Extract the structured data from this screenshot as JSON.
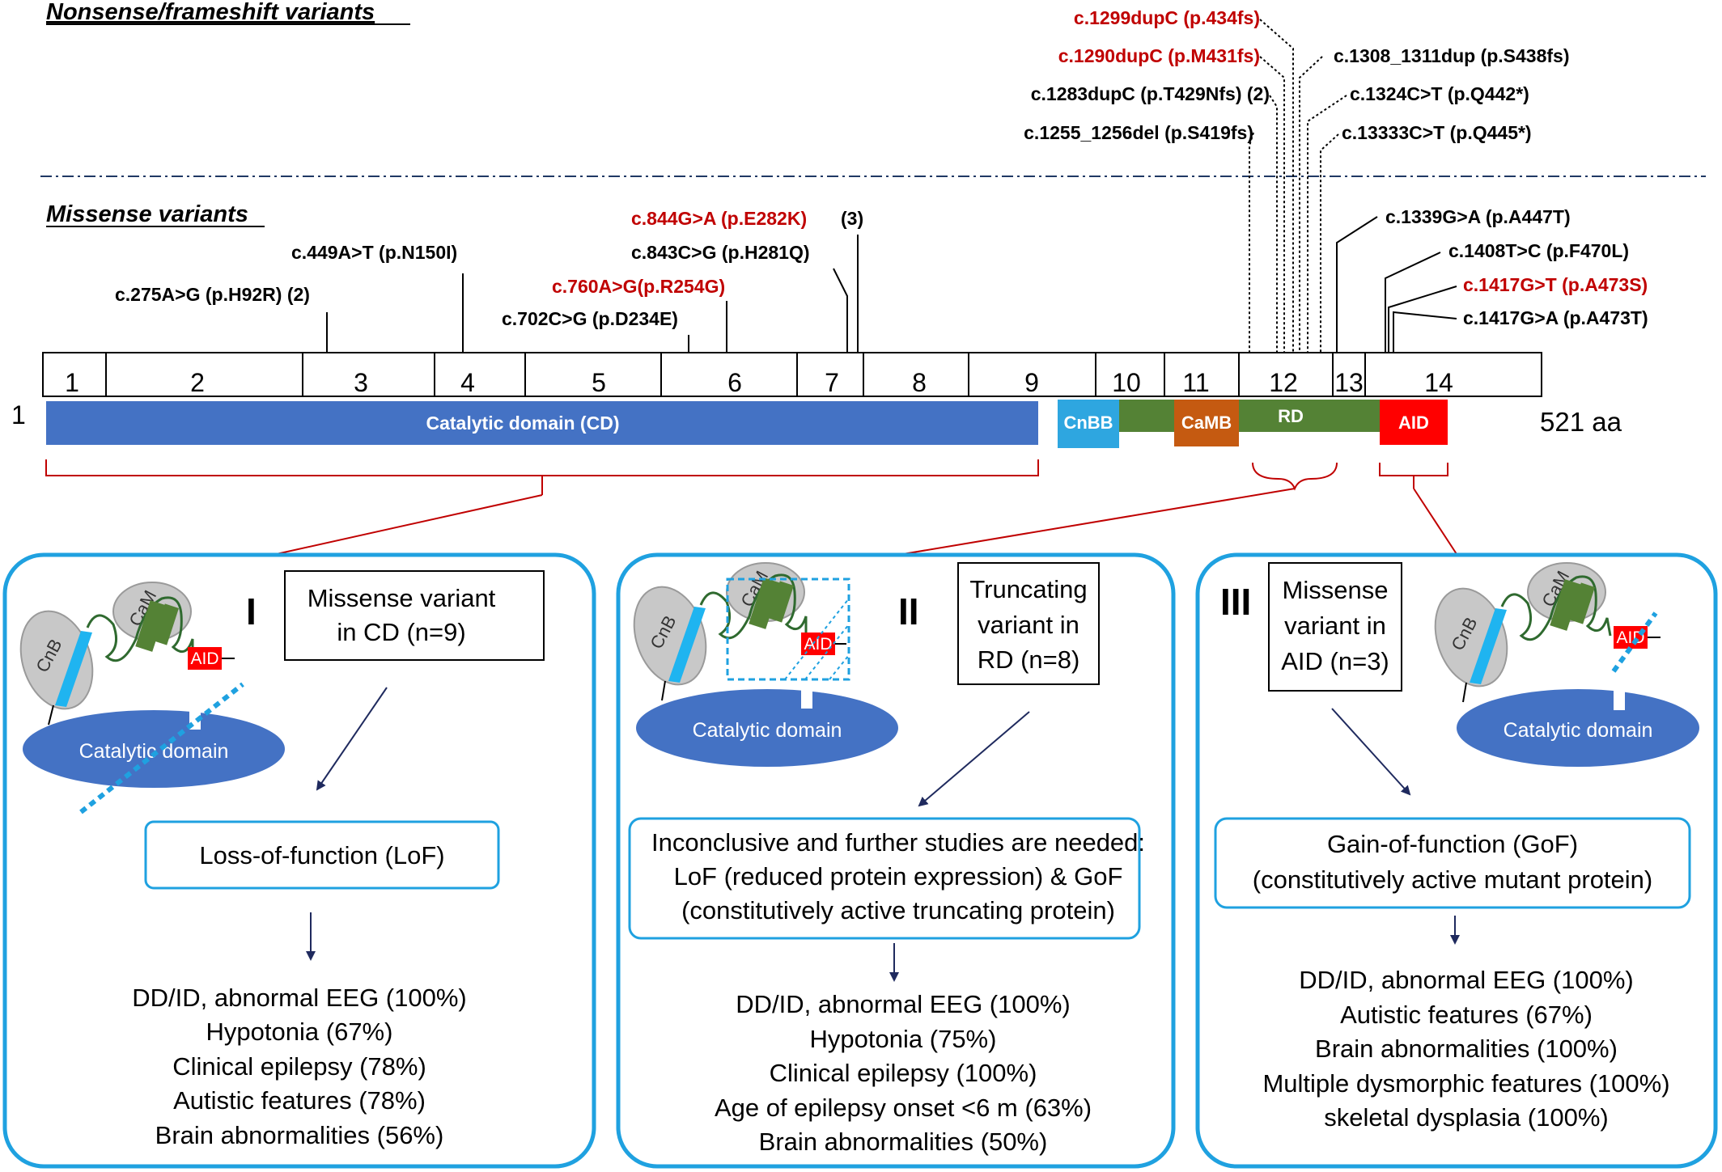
{
  "headings": {
    "nonsense": "Nonsense/frameshift variants",
    "missense": "Missense variants"
  },
  "truncating_variants": [
    {
      "text": "c.1299dupC (p.434fs)",
      "color": "#c00000"
    },
    {
      "text": "c.1290dupC (p.M431fs)",
      "color": "#c00000"
    },
    {
      "text": "c.1308_1311dup (p.S438fs)",
      "color": "#000000"
    },
    {
      "text": "c.1283dupC (p.T429Nfs) (2)",
      "color": "#000000"
    },
    {
      "text": "c.1324C>T (p.Q442*)",
      "color": "#000000"
    },
    {
      "text": "c.1255_1256del (p.S419fs)",
      "color": "#000000"
    },
    {
      "text": "c.13333C>T (p.Q445*)",
      "color": "#000000"
    }
  ],
  "missense_variants": [
    {
      "text": "c.275A>G (p.H92R) (2)",
      "color": "#000000"
    },
    {
      "text": "c.449A>T (p.N150I)",
      "color": "#000000"
    },
    {
      "text": "c.702C>G (p.D234E)",
      "color": "#000000"
    },
    {
      "text": "c.760A>G(p.R254G)",
      "color": "#c00000"
    },
    {
      "text": "c.843C>G (p.H281Q)",
      "color": "#000000"
    },
    {
      "text": "c.844G>A (p.E282K)",
      "color": "#c00000",
      "suffix": "(3)"
    },
    {
      "text": "c.1339G>A (p.A447T)",
      "color": "#000000"
    },
    {
      "text": "c.1408T>C (p.F470L)",
      "color": "#000000"
    },
    {
      "text": "c.1417G>T (p.A473S)",
      "color": "#c00000"
    },
    {
      "text": "c.1417G>A (p.A473T)",
      "color": "#000000"
    }
  ],
  "exons": [
    "1",
    "2",
    "3",
    "4",
    "5",
    "6",
    "7",
    "8",
    "9",
    "10",
    "11",
    "12",
    "13",
    "14"
  ],
  "protein": {
    "start": "1",
    "end": "521 aa",
    "domains": {
      "cd": {
        "label": "Catalytic domain (CD)",
        "color": "#4472c4"
      },
      "cnbb": {
        "label": "CnBB",
        "color": "#2ea6e0"
      },
      "camb": {
        "label": "CaMB",
        "color": "#c55a11"
      },
      "rd": {
        "label": "RD",
        "color": "#548235"
      },
      "aid": {
        "label": "AID",
        "color": "#ff0000"
      }
    }
  },
  "panels": [
    {
      "numeral": "I",
      "variant_box": [
        "Missense variant",
        "in CD (n=9)"
      ],
      "effect": [
        "Loss-of-function (LoF)"
      ],
      "features": [
        "DD/ID, abnormal EEG (100%)",
        "Hypotonia (67%)",
        "Clinical epilepsy (78%)",
        "Autistic features (78%)",
        "Brain abnormalities (56%)"
      ]
    },
    {
      "numeral": "II",
      "variant_box": [
        "Truncating",
        "variant in",
        "RD (n=8)"
      ],
      "effect": [
        "Inconclusive and further studies are needed:",
        "LoF (reduced protein expression) & GoF",
        "(constitutively active truncating protein)"
      ],
      "features": [
        "DD/ID, abnormal EEG (100%)",
        "Hypotonia (75%)",
        "Clinical epilepsy (100%)",
        "Age of epilepsy onset <6 m (63%)",
        "Brain abnormalities (50%)"
      ]
    },
    {
      "numeral": "III",
      "variant_box": [
        "Missense",
        "variant in",
        "AID (n=3)"
      ],
      "effect": [
        "Gain-of-function (GoF)",
        "(constitutively active mutant protein)"
      ],
      "features": [
        "DD/ID, abnormal EEG (100%)",
        "Autistic features (67%)",
        "Brain abnormalities (100%)",
        "Multiple dysmorphic features (100%)",
        "skeletal dysplasia (100%)"
      ]
    }
  ],
  "cartoon": {
    "cnb": "CnB",
    "cam": "CaM",
    "aid": "AID",
    "catalytic": "Catalytic domain"
  },
  "colors": {
    "panel_border": "#1fa1e0",
    "arrow": "#1f2a5e",
    "dashed_sep": "#1f3864",
    "cut_line": "#1fa1e0"
  }
}
